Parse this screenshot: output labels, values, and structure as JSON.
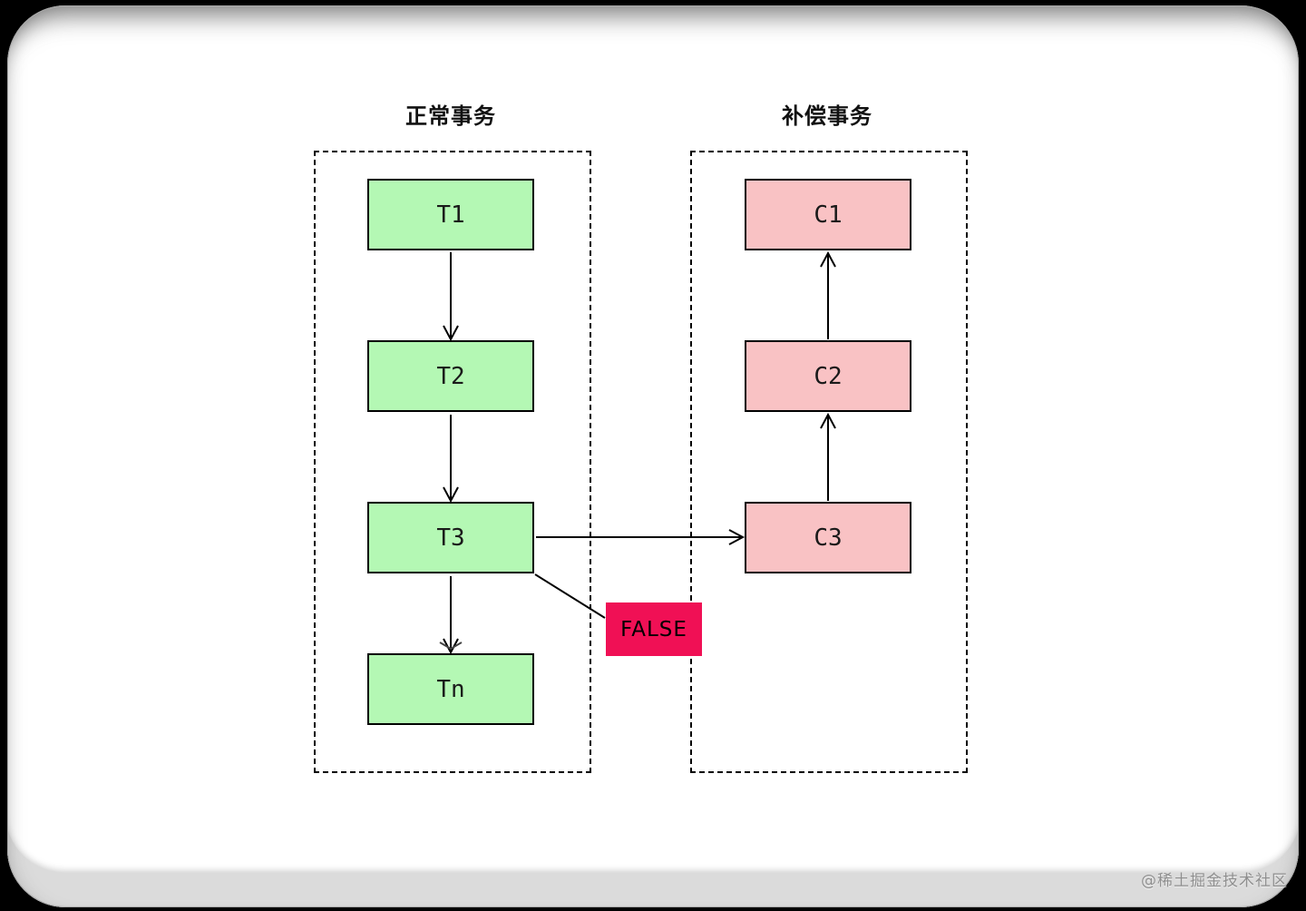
{
  "watermark": "@稀土掘金技术社区",
  "diagram": {
    "normal_flow": {
      "title": "正常事务",
      "nodes": [
        {
          "id": "T1",
          "label": "T1"
        },
        {
          "id": "T2",
          "label": "T2"
        },
        {
          "id": "T3",
          "label": "T3"
        },
        {
          "id": "Tn",
          "label": "Tn"
        }
      ]
    },
    "compensation_flow": {
      "title": "补偿事务",
      "nodes": [
        {
          "id": "C1",
          "label": "C1"
        },
        {
          "id": "C2",
          "label": "C2"
        },
        {
          "id": "C3",
          "label": "C3"
        }
      ]
    },
    "false_label": "FALSE",
    "edges": [
      {
        "from": "T1",
        "to": "T2",
        "direction": "down"
      },
      {
        "from": "T2",
        "to": "T3",
        "direction": "down"
      },
      {
        "from": "T3",
        "to": "Tn",
        "direction": "down",
        "style": "double-arrowhead"
      },
      {
        "from": "T3",
        "to": "C3",
        "direction": "right",
        "condition": "FALSE"
      },
      {
        "from": "C3",
        "to": "C2",
        "direction": "up"
      },
      {
        "from": "C2",
        "to": "C1",
        "direction": "up"
      }
    ],
    "colors": {
      "normal_node_fill": "#b4f8b4",
      "compensation_node_fill": "#f9c2c4",
      "false_badge_bg": "#f01055",
      "line": "#000000",
      "card_bg": "#ffffff",
      "page_bg": "#000000"
    }
  }
}
